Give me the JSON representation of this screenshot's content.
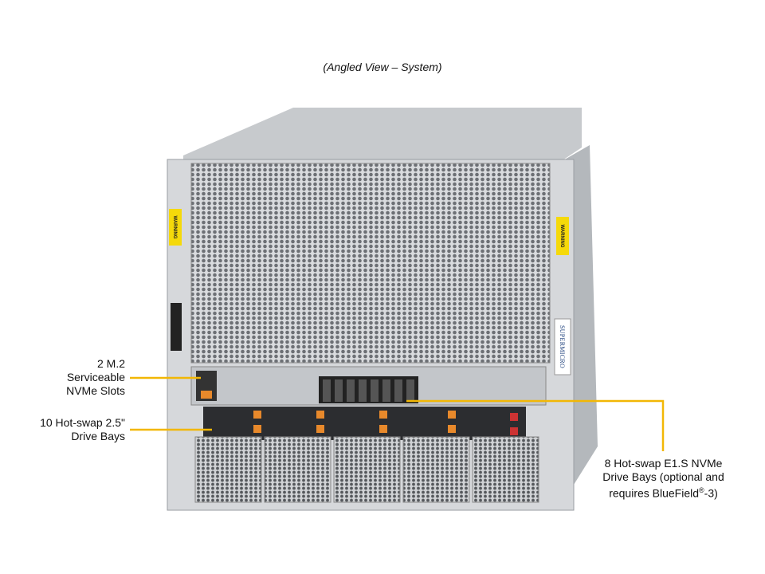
{
  "caption": "(Angled View – System)",
  "callouts": {
    "m2": {
      "lines": [
        "2 M.2",
        "Serviceable",
        "NVMe Slots"
      ]
    },
    "drive_bays": {
      "lines": [
        "10 Hot-swap 2.5\"",
        "Drive Bays"
      ]
    },
    "e1s": {
      "lines": [
        "8 Hot-swap E1.S NVMe",
        "Drive Bays (optional and",
        "requires BlueField"
      ],
      "superscript": "®",
      "suffix": "-3)"
    }
  },
  "colors": {
    "callout_line": "#f2b705",
    "chassis": "#c9ccd0",
    "mesh": "#8a8d92",
    "drive_latch": "#e8892b"
  },
  "image_text": {
    "brand_plate": "SUPERMICRO",
    "warning_labels": [
      "WARNING",
      "WARNING"
    ]
  }
}
